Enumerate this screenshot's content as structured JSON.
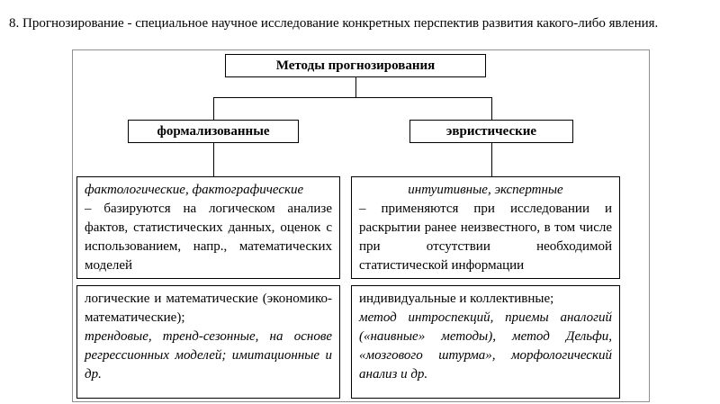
{
  "heading": "8. Прогнозирование - специальное научное исследование конкретных перспектив развития какого-либо явления.",
  "diagram": {
    "root_label": "Методы прогнозирования",
    "left": {
      "label": "формализованные",
      "definition_lead": "фактологические, фактографические",
      "definition_body": "– базируются на логическом анализе фактов, статистических данных, оценок с использованием, напр., математических моделей",
      "examples_plain": "логические и математические (экономико-математические);",
      "examples_italic": "трендовые, тренд-сезонные, на основе регрессионных моделей; имитационные и др."
    },
    "right": {
      "label": "эвристические",
      "definition_lead": "интуитивные, экспертные",
      "definition_body": "– применяются при исследовании и раскрытии ранее неизвестного, в том числе при отсутствии необходимой статистической информации",
      "examples_plain": "индивидуальные и коллективные;",
      "examples_italic": "метод интроспекций, приемы аналогий («наивные» методы), метод Дельфи, «мозгового штурма», морфологический анализ и др."
    }
  }
}
